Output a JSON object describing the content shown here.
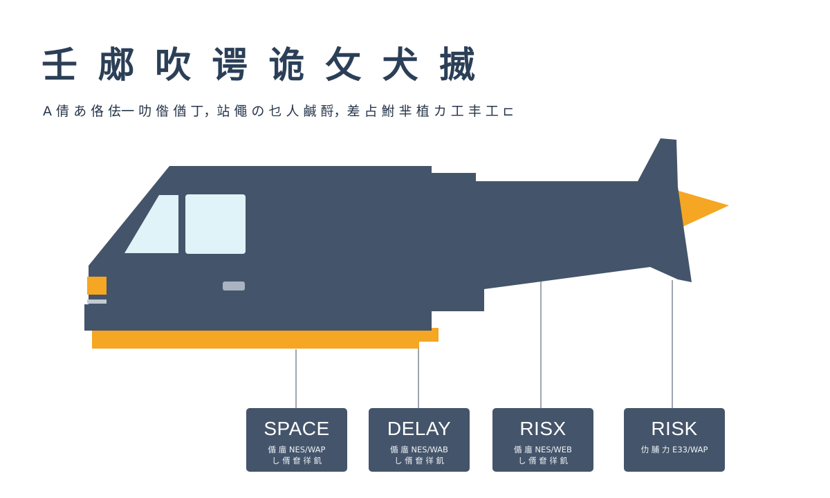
{
  "title": "壬 郕 吹 谔 诡 攵 犬 揻",
  "subtitle": "A 倩 あ 佫 佉一 叻 偺 偤 丁，站 僶 の 乜 人 鹹 酹，差 占 鮒 芈 植 カ 工 丰 工 ⊏",
  "colors": {
    "body": "#44546a",
    "accent": "#f5a623",
    "window": "#dff3f8",
    "background": "#ffffff"
  },
  "callouts": [
    {
      "label": "SPACE",
      "line1": "偱 庿 NES/WAP",
      "line2": "し 偦 奆 徉 飢"
    },
    {
      "label": "DELAY",
      "line1": "偱 庿 NES/WAB",
      "line2": "し 偦 奆 徉 飢"
    },
    {
      "label": "RISX",
      "line1": "偱 庿 NES/WEB",
      "line2": "し 偦 奆 徉 飢"
    },
    {
      "label": "RISK",
      "line1": "仂 脯 力 E33/WAP",
      "line2": ""
    }
  ]
}
